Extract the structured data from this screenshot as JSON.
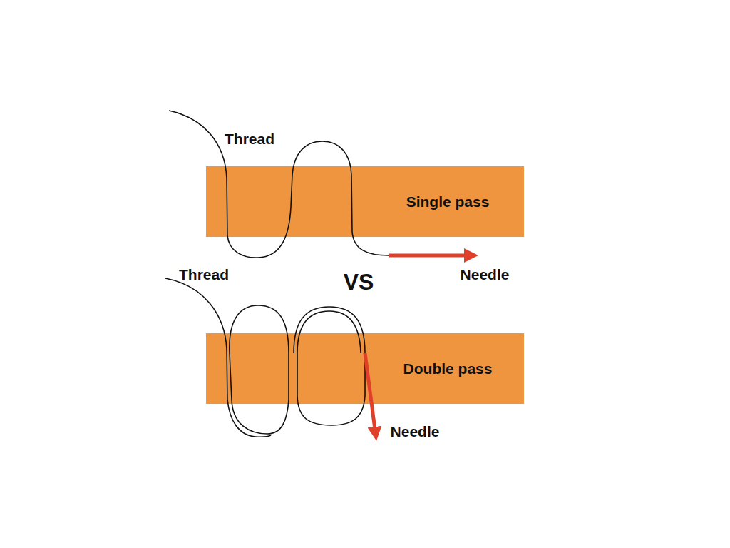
{
  "diagram": {
    "nodes": [
      {
        "text": [
          "Single pass"
        ]
      },
      {
        "text": [
          "Double pass"
        ]
      }
    ],
    "edges": [],
    "labels": [
      "Thread",
      "Thread",
      "VS",
      "Needle",
      "Needle"
    ]
  }
}
